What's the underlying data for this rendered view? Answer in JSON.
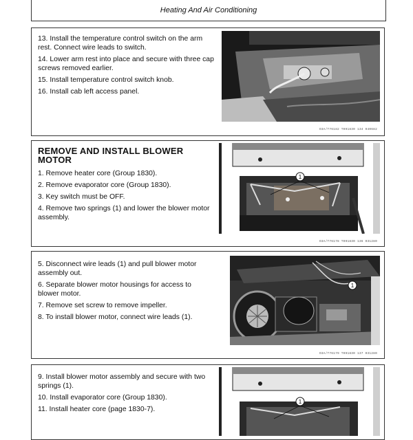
{
  "header": {
    "title": "Heating And Air Conditioning"
  },
  "panels": [
    {
      "steps": [
        "13. Install the temperature control switch on the arm rest. Connect wire leads to switch.",
        "14. Lower arm rest into place and secure with three cap screws removed earlier.",
        "15. Install temperature control switch knob.",
        "16. Install cab left access panel."
      ],
      "code": "O3A/T76182   T091830   134   040682"
    },
    {
      "title": "REMOVE AND INSTALL BLOWER MOTOR",
      "steps": [
        "1. Remove heater core (Group 1830).",
        "2. Remove evaporator core (Group 1830).",
        "3. Key switch must be OFF.",
        "4. Remove two springs (1) and lower the blower motor assembly."
      ],
      "callout": "1",
      "code": "O3A/T76178   T091830   136   031280"
    },
    {
      "steps": [
        "5. Disconnect wire leads (1) and pull blower motor assembly out.",
        "6. Separate blower motor housings for access to blower motor.",
        "7. Remove set screw to remove impeller.",
        "8. To install blower motor, connect wire leads (1)."
      ],
      "callout": "1",
      "code": "O3A/T76179   T091830   137   031280"
    },
    {
      "steps": [
        "9. Install blower motor assembly and secure with two springs (1).",
        "10. Install evaporator core (Group 1830).",
        "11. Install heater core (page 1830-7)."
      ],
      "callout": "1"
    }
  ]
}
